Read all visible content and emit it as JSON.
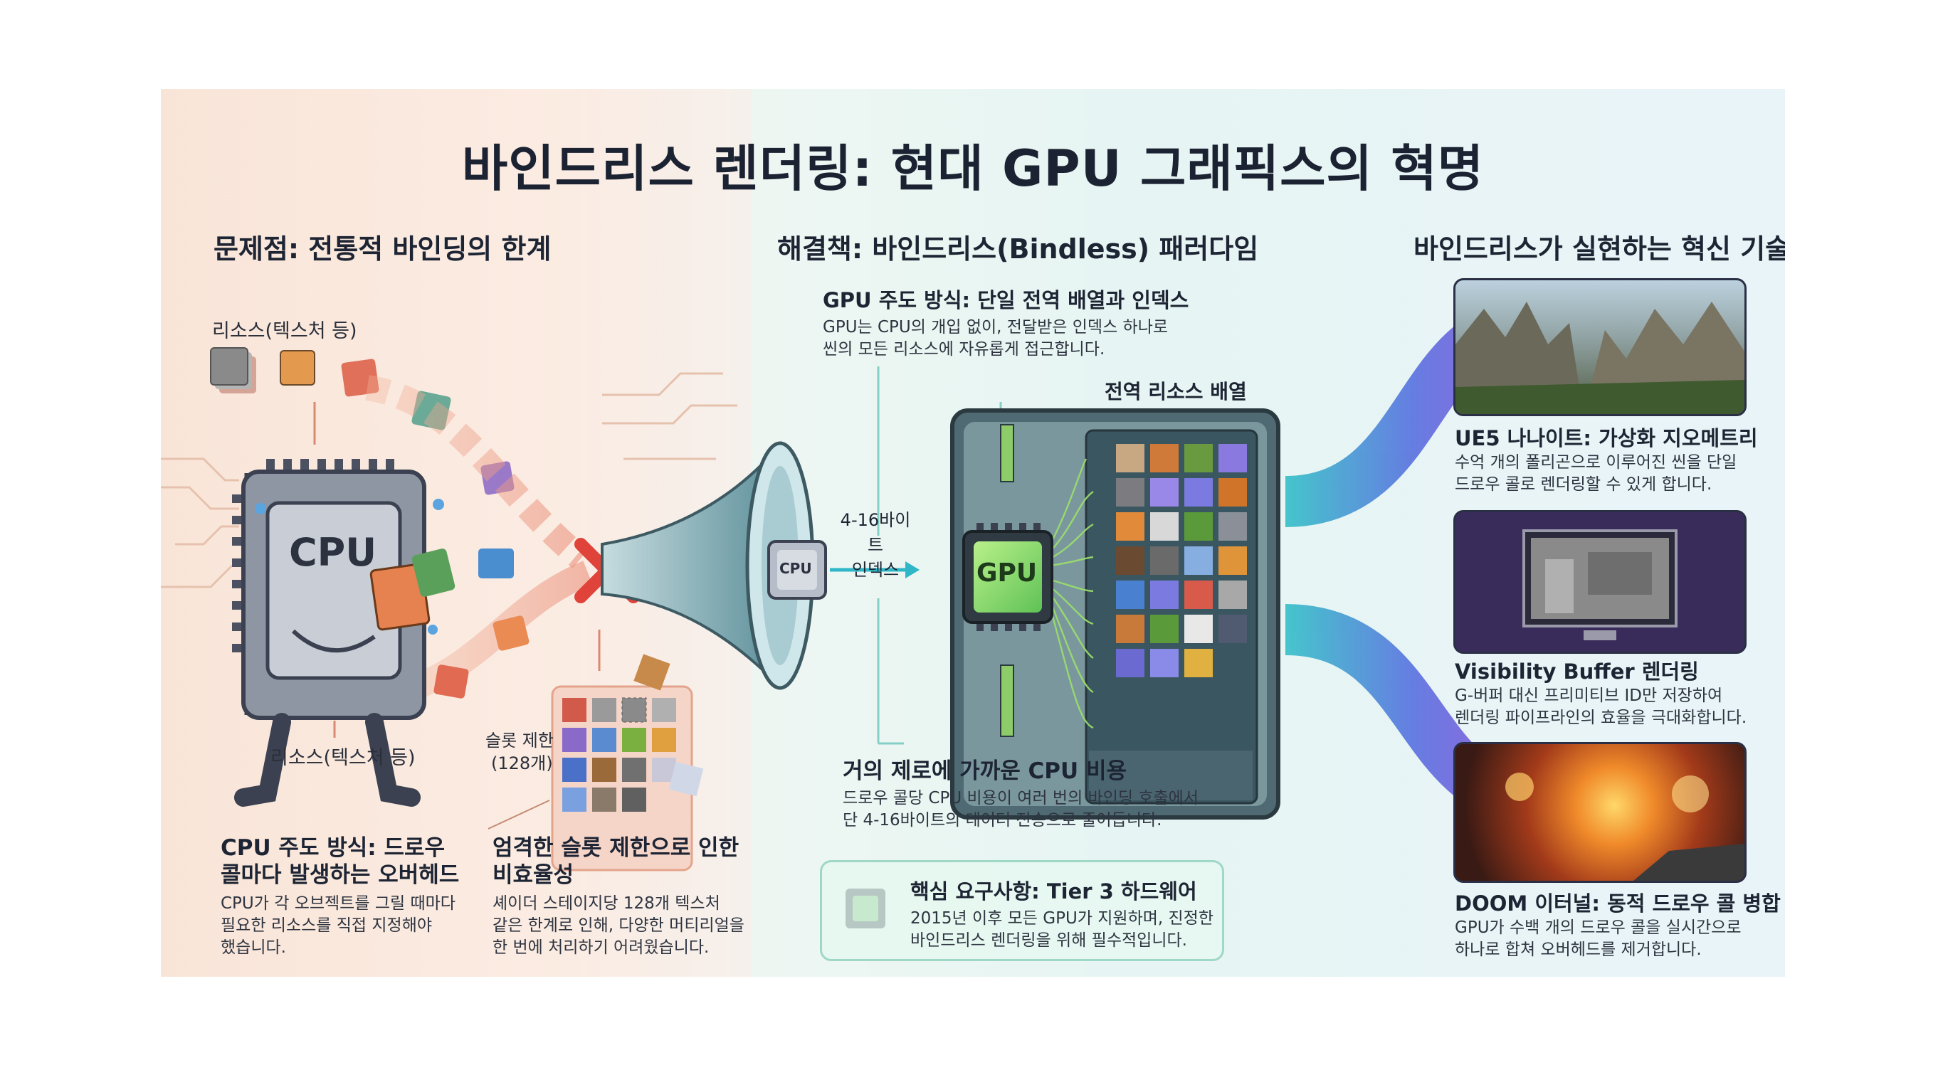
{
  "title": "바인드리스 렌더링: 현대 GPU 그래픽스의 혁명",
  "left": {
    "heading": "문제점: 전통적 바인딩의 한계",
    "resources_label_top": "리소스(텍스처 등)",
    "resources_label_bottom": "리소스(텍스처 등)",
    "cpu_chip_label": "CPU",
    "slot_limit_label_1": "슬롯 제한",
    "slot_limit_label_2": "(128개)",
    "point1": {
      "title_1": "CPU 주도 방식: 드로우",
      "title_2": "콜마다 발생하는 오버헤드",
      "body_1": "CPU가 각 오브젝트를 그릴 때마다",
      "body_2": "필요한 리소스를 직접 지정해야",
      "body_3": "했습니다."
    },
    "point2": {
      "title_1": "엄격한 슬롯 제한으로 인한",
      "title_2": "비효율성",
      "body_1": "셰이더 스테이지당 128개 텍스처",
      "body_2": "같은 한계로 인해, 다양한 머티리얼을",
      "body_3": "한 번에 처리하기 어려웠습니다."
    }
  },
  "middle": {
    "heading": "해결책: 바인드리스(Bindless) 패러다임",
    "gpu_driven": {
      "title": "GPU 주도 방식: 단일 전역 배열과 인덱스",
      "body_1": "GPU는 CPU의 개입 없이, 전달받은 인덱스 하나로",
      "body_2": "씬의 모든 리소스에 자유롭게 접근합니다."
    },
    "global_array_label": "전역 리소스 배열",
    "small_cpu_label": "CPU",
    "gpu_label": "GPU",
    "index_label_1": "4-16바이트",
    "index_label_2": "인덱스",
    "near_zero": {
      "title": "거의 제로에 가까운 CPU 비용",
      "body_1": "드로우 콜당 CPU 비용이 여러 번의 바인딩 호출에서",
      "body_2": "단 4-16바이트의 데이터 전송으로 줄어듭니다."
    },
    "requirement": {
      "title": "핵심 요구사항: Tier 3 하드웨어",
      "body_1": "2015년 이후 모든 GPU가 지원하며, 진정한",
      "body_2": "바인드리스 렌더링을 위해 필수적입니다."
    }
  },
  "right": {
    "heading": "바인드리스가 실현하는 혁신 기술",
    "items": [
      {
        "title": "UE5 나나이트: 가상화 지오메트리",
        "body_1": "수억 개의 폴리곤으로 이루어진 씬을 단일",
        "body_2": "드로우 콜로 렌더링할 수 있게 합니다."
      },
      {
        "title": "Visibility Buffer 렌더링",
        "body_1": "G-버퍼 대신 프리미티브 ID만 저장하여",
        "body_2": "렌더링 파이프라인의 효율을 극대화합니다."
      },
      {
        "title": "DOOM 이터널: 동적 드로우 콜 병합",
        "body_1": "GPU가 수백 개의 드로우 콜을 실시간으로",
        "body_2": "하나로 합쳐 오버헤드를 제거합니다."
      }
    ]
  },
  "colors": {
    "left_bg": "#f9e5d8",
    "right_bg": "#e6f5f3",
    "gpu_green": "#7bd86a",
    "flow_purple": "#8a4fd6",
    "cross_red": "#e0433a"
  }
}
